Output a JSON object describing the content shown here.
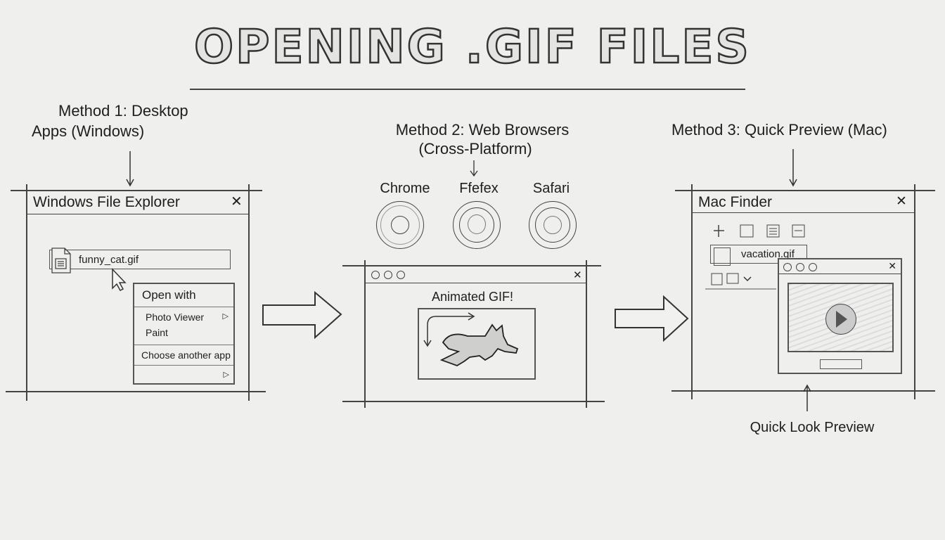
{
  "title": "OPENING .GIF FILES",
  "method1": {
    "line1": "Method 1: Desktop",
    "line2": "Apps (Windows)",
    "window_title": "Windows File Explorer",
    "file_name": "funny_cat.gif",
    "menu": {
      "header": "Open with",
      "items": [
        "Photo Viewer",
        "Paint"
      ],
      "choose": "Choose another app"
    }
  },
  "method2": {
    "line1": "Method 2: Web Browsers",
    "line2": "(Cross-Platform)",
    "browsers": [
      "Chrome",
      "Ffefex",
      "Safari"
    ],
    "content_label": "Animated GIF!"
  },
  "method3": {
    "label": "Method 3: Quick Preview (Mac)",
    "window_title": "Mac Finder",
    "file_name": "vacation.gif",
    "caption": "Quick Look Preview"
  }
}
